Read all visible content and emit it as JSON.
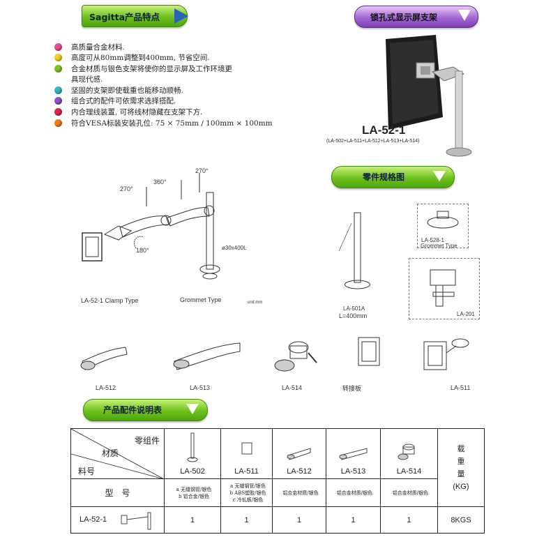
{
  "header": {
    "banner_label": "Sagitta产品特点"
  },
  "features": [
    {
      "text": "高质量合金材料.",
      "color": "#e94b9a"
    },
    {
      "text": "高度可从80mm调整到400mm, 节省空间.",
      "color": "#f2d22a"
    },
    {
      "text": "合金材质与银色支架将使你的显示屏及工作环境更",
      "color": "#7cc427"
    },
    {
      "text": "具现代感.",
      "color": ""
    },
    {
      "text": "坚固的支架即使载重也能移动顺畅.",
      "color": "#35b7c4"
    },
    {
      "text": "组合式的配件可依需求选择搭配.",
      "color": "#8a55c8"
    },
    {
      "text": "内合理线装置, 可将线材隐藏在支架下方.",
      "color": "#d8264a"
    },
    {
      "text": "符合VESA标装安装孔位: 75 × 75mm / 100mm × 100mm",
      "color": "#f07a1e"
    }
  ],
  "product": {
    "banner_label": "锁孔式显示屏支架",
    "model": "LA-52-1",
    "parts_line": "(LA-502+LA-511+LA-512+LA-513+LA-514)"
  },
  "parts_drawing": {
    "banner_label": "零件规格图",
    "clamp_caption": "LA-52-1 Clamp Type",
    "grommet_caption": "Grommet Type",
    "unit_caption": "unit:mm",
    "pole_caption_1": "LA-501A",
    "pole_caption_2": "L=400mm",
    "grommet_528_1": "LA-528-1",
    "grommet_528_2": "Grommet Type",
    "clamp_201": "LA-201",
    "rotation_labels": [
      "270°",
      "360°",
      "270°",
      "180°"
    ],
    "pole_dim": "ø30x400L",
    "arm_labels": [
      "LA-512",
      "LA-513",
      "LA-514",
      "转接板",
      "LA-511"
    ]
  },
  "table": {
    "banner_label": "产品配件说明表",
    "header_parts": "零组件",
    "header_material": "材质",
    "header_item": "料号",
    "header_model": "型　号",
    "load_label": [
      "载",
      "重",
      "量",
      "(KG)"
    ],
    "columns": [
      {
        "code": "LA-502",
        "material": [
          "a 无缝钢管/银色",
          "b 铝合金/银色"
        ]
      },
      {
        "code": "LA-511",
        "material": [
          "a 无缝钢管/银色",
          "b ABS塑胶/银色",
          "c 冷轧板/银色"
        ]
      },
      {
        "code": "LA-512",
        "material": [
          "铝合金材质/银色"
        ]
      },
      {
        "code": "LA-513",
        "material": [
          "铝合金材质/银色"
        ]
      },
      {
        "code": "LA-514",
        "material": [
          "铝合金材质/银色"
        ]
      }
    ],
    "row_model": "LA-52-1",
    "row_qty": [
      "1",
      "1",
      "1",
      "1",
      "1"
    ],
    "row_load": "8KGS"
  }
}
